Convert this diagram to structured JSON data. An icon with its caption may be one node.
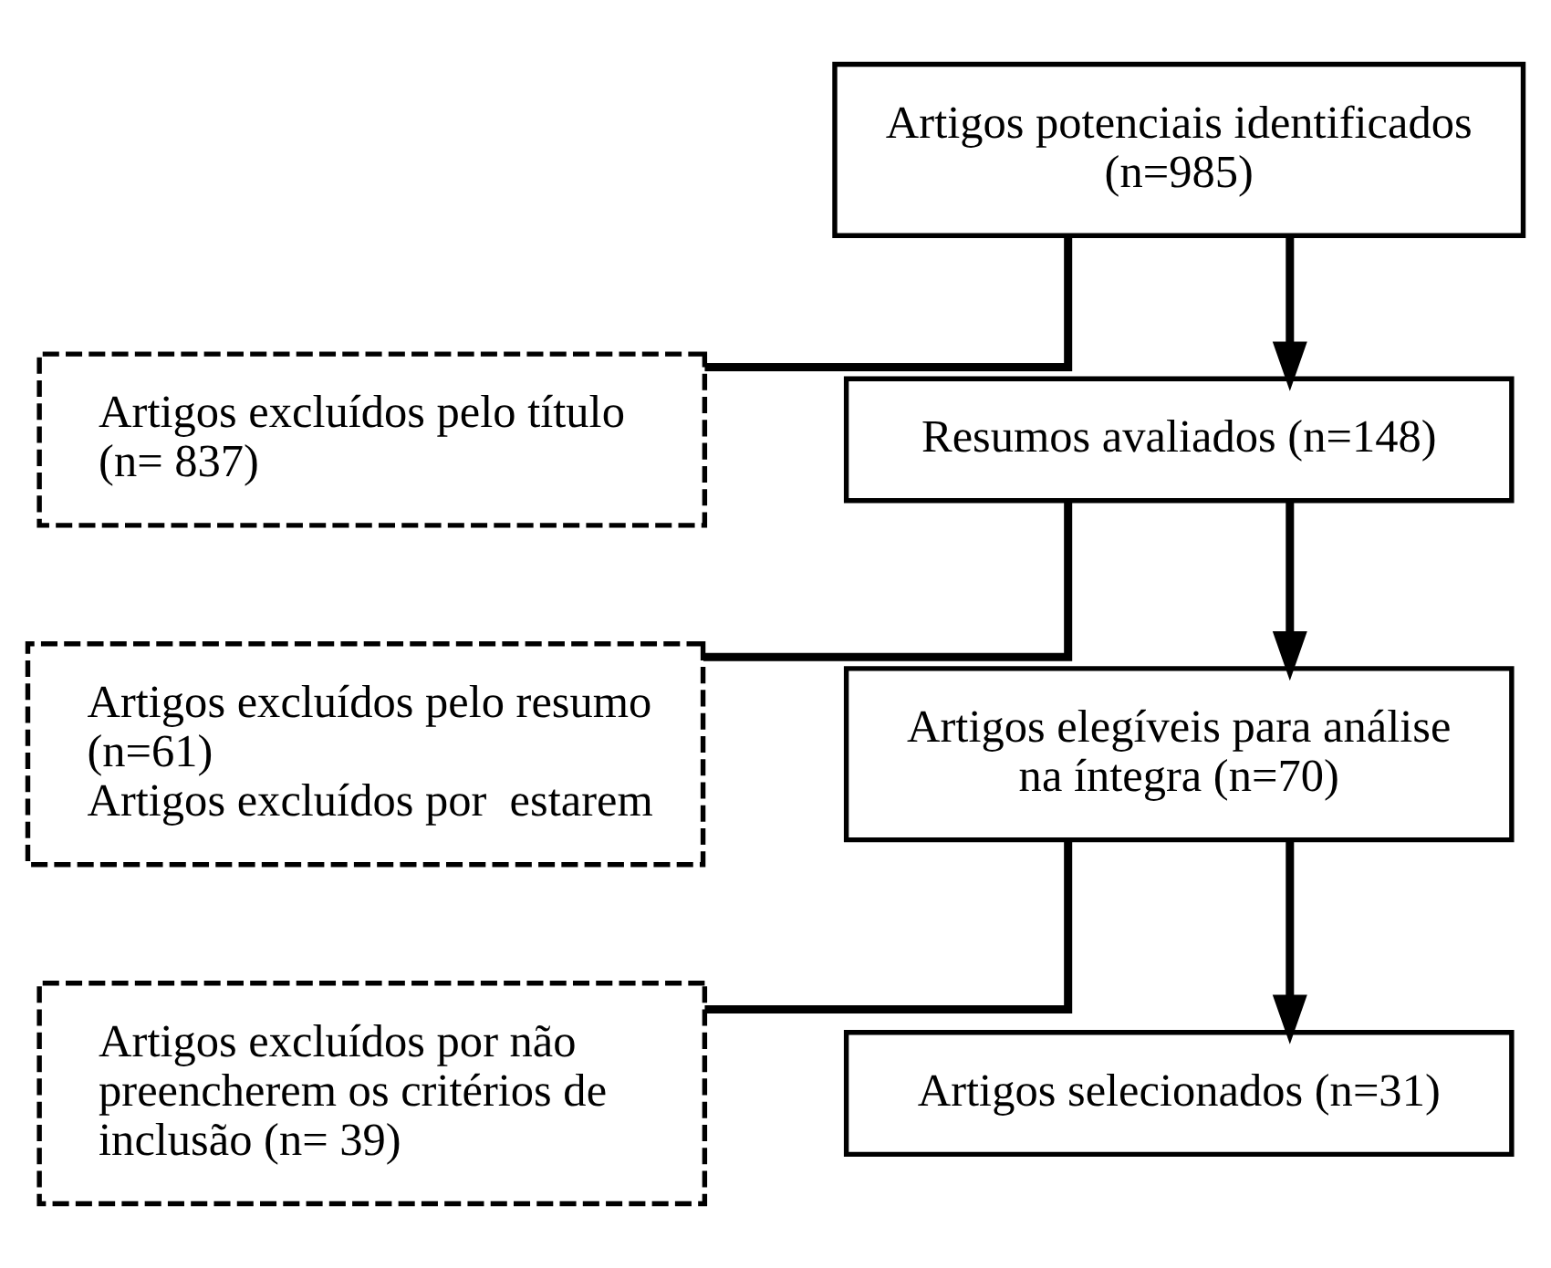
{
  "diagram": {
    "nodes": [
      {
        "text": [
          "Artigos potenciais identificados (n=985)"
        ]
      },
      {
        "text": [
          "Artigos excluídos pelo título (n= 837)"
        ]
      },
      {
        "text": [
          "Resumos avaliados (n=148)"
        ]
      },
      {
        "text": [
          "Artigos excluídos pelo resumo (n=61)",
          "Artigos excluídos por  estarem"
        ]
      },
      {
        "text": [
          "Artigos elegíveis para análise na íntegra (n=70)"
        ]
      },
      {
        "text": [
          "Artigos excluídos por não preencherem os critérios de inclusão (n= 39)"
        ]
      },
      {
        "text": [
          "Artigos selecionados (n=31)"
        ]
      }
    ],
    "edges": [
      {
        "from": 0,
        "to": 2,
        "arrow": "to"
      },
      {
        "from": 0,
        "to": 1,
        "arrow": "none"
      },
      {
        "from": 2,
        "to": 4,
        "arrow": "to"
      },
      {
        "from": 2,
        "to": 3,
        "arrow": "none"
      },
      {
        "from": 4,
        "to": 6,
        "arrow": "to"
      },
      {
        "from": 4,
        "to": 5,
        "arrow": "none"
      }
    ]
  }
}
